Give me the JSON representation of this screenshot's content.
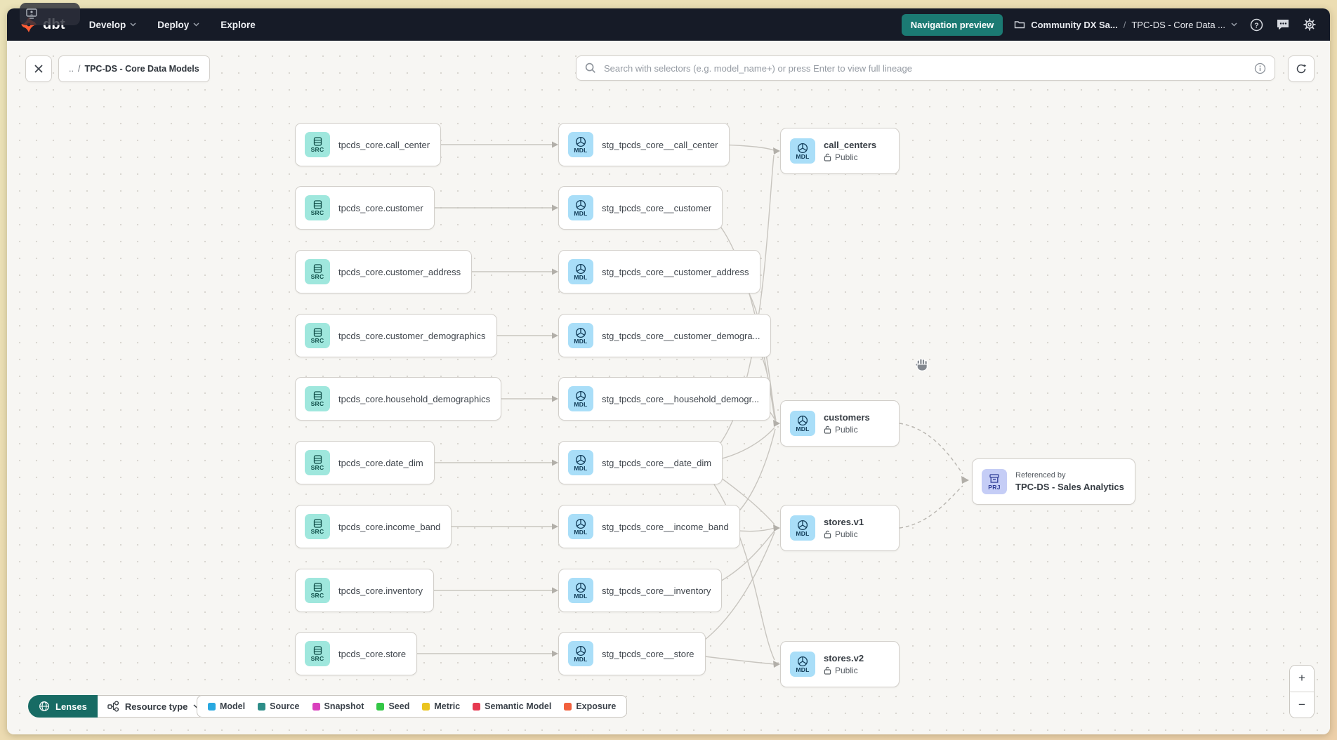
{
  "nav": {
    "brand": "dbt",
    "menu": [
      {
        "label": "Develop",
        "chevron": true
      },
      {
        "label": "Deploy",
        "chevron": true
      },
      {
        "label": "Explore",
        "chevron": false
      }
    ],
    "preview_button": "Navigation preview",
    "account": "Community DX Sa...",
    "separator": "/",
    "project": "TPC-DS - Core Data ..."
  },
  "toolbar": {
    "back": "..",
    "separator": "/",
    "current": "TPC-DS - Core Data Models",
    "search_placeholder": "Search with selectors (e.g. model_name+) or press Enter to view full lineage"
  },
  "graph": {
    "source_badge": "SRC",
    "model_badge": "MDL",
    "project_badge": "PRJ",
    "sources": [
      "tpcds_core.call_center",
      "tpcds_core.customer",
      "tpcds_core.customer_address",
      "tpcds_core.customer_demographics",
      "tpcds_core.household_demographics",
      "tpcds_core.date_dim",
      "tpcds_core.income_band",
      "tpcds_core.inventory",
      "tpcds_core.store"
    ],
    "staging": [
      "stg_tpcds_core__call_center",
      "stg_tpcds_core__customer",
      "stg_tpcds_core__customer_address",
      "stg_tpcds_core__customer_demogra...",
      "stg_tpcds_core__household_demogr...",
      "stg_tpcds_core__date_dim",
      "stg_tpcds_core__income_band",
      "stg_tpcds_core__inventory",
      "stg_tpcds_core__store"
    ],
    "public_models": [
      {
        "title": "call_centers",
        "visibility": "Public"
      },
      {
        "title": "customers",
        "visibility": "Public"
      },
      {
        "title": "stores.v1",
        "visibility": "Public"
      },
      {
        "title": "stores.v2",
        "visibility": "Public"
      }
    ],
    "project_node": {
      "kicker": "Referenced by",
      "title": "TPC-DS - Sales Analytics"
    }
  },
  "footer": {
    "lenses": "Lenses",
    "resource_type": "Resource type",
    "legend": [
      {
        "label": "Model",
        "color": "#29a8e0"
      },
      {
        "label": "Source",
        "color": "#2d8d88"
      },
      {
        "label": "Snapshot",
        "color": "#d940bd"
      },
      {
        "label": "Seed",
        "color": "#33c746"
      },
      {
        "label": "Metric",
        "color": "#eac41f"
      },
      {
        "label": "Semantic Model",
        "color": "#e63950"
      },
      {
        "label": "Exposure",
        "color": "#f2603d"
      }
    ]
  },
  "zoom_controls": {
    "zoom_in": "+",
    "zoom_out": "−"
  }
}
